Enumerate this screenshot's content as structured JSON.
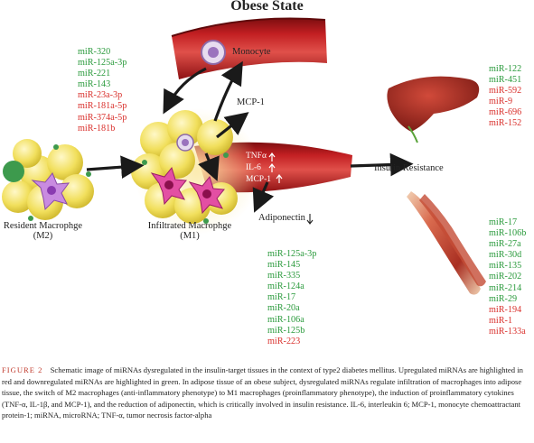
{
  "title": "Obese State",
  "lists": {
    "left": [
      {
        "text": "miR-320",
        "reg": "down"
      },
      {
        "text": "miR-125a-3p",
        "reg": "down"
      },
      {
        "text": "miR-221",
        "reg": "down"
      },
      {
        "text": "miR-143",
        "reg": "down"
      },
      {
        "text": "miR-23a-3p",
        "reg": "up"
      },
      {
        "text": "miR-181a-5p",
        "reg": "up"
      },
      {
        "text": "miR-374a-5p",
        "reg": "up"
      },
      {
        "text": "miR-181b",
        "reg": "up"
      }
    ],
    "liver": [
      {
        "text": "miR-122",
        "reg": "down"
      },
      {
        "text": "miR-451",
        "reg": "down"
      },
      {
        "text": "miR-592",
        "reg": "up"
      },
      {
        "text": "miR-9",
        "reg": "up"
      },
      {
        "text": "miR-696",
        "reg": "up"
      },
      {
        "text": "miR-152",
        "reg": "up"
      }
    ],
    "adiponectin": [
      {
        "text": "miR-125a-3p",
        "reg": "down"
      },
      {
        "text": "miR-145",
        "reg": "down"
      },
      {
        "text": "miR-335",
        "reg": "down"
      },
      {
        "text": "miR-124a",
        "reg": "down"
      },
      {
        "text": "miR-17",
        "reg": "down"
      },
      {
        "text": "miR-20a",
        "reg": "down"
      },
      {
        "text": "miR-106a",
        "reg": "down"
      },
      {
        "text": "miR-125b",
        "reg": "down"
      },
      {
        "text": "miR-223",
        "reg": "up"
      }
    ],
    "muscle": [
      {
        "text": "miR-17",
        "reg": "down"
      },
      {
        "text": "miR-106b",
        "reg": "down"
      },
      {
        "text": "miR-27a",
        "reg": "down"
      },
      {
        "text": "miR-30d",
        "reg": "down"
      },
      {
        "text": "miR-135",
        "reg": "down"
      },
      {
        "text": "miR-202",
        "reg": "down"
      },
      {
        "text": "miR-214",
        "reg": "down"
      },
      {
        "text": "miR-29",
        "reg": "down"
      },
      {
        "text": "miR-194",
        "reg": "up"
      },
      {
        "text": "miR-1",
        "reg": "up"
      },
      {
        "text": "miR-133a",
        "reg": "up"
      }
    ]
  },
  "labels": {
    "monocyte": "Monocyte",
    "mcp1": "MCP-1",
    "insulin_resistance": "Insulin Resistance",
    "resident_line1": "Resident Macrophge",
    "resident_line2": "(M2)",
    "infiltrated_line1": "Infiltrated Macrophge",
    "infiltrated_line2": "(M1)",
    "adiponectin": "Adiponectin",
    "tnfa": "TNFα",
    "il6": "IL-6",
    "mcp1_vessel": "MCP-1"
  },
  "caption": {
    "figure_label": "FIGURE 2",
    "text": "Schematic image of miRNAs dysregulated in the insulin-target tissues in the context of type2 diabetes mellitus. Upregulated miRNAs are highlighted in red and downregulated miRNAs are highlighted in green. In adipose tissue of an obese subject, dysregulated miRNAs regulate infiltration of macrophages into adipose tissue, the switch of M2 macrophages (anti-inflammatory phenotype) to M1 macrophages (proinflammatory phenotype), the induction of proinflammatory cytokines (TNF-α, IL-1β, and MCP-1), and the reduction of adiponectin, which is critically involved in insulin resistance. IL-6, interleukin 6; MCP-1, monocyte chemoattractant protein-1; miRNA, microRNA; TNF-α, tumor necrosis factor-alpha"
  },
  "colors": {
    "upregulated": "#d9302c",
    "downregulated": "#2a9a3c",
    "vessel": "#b3191c",
    "adipocyte": "#f3e46a",
    "macrophage": "#c98be0"
  }
}
